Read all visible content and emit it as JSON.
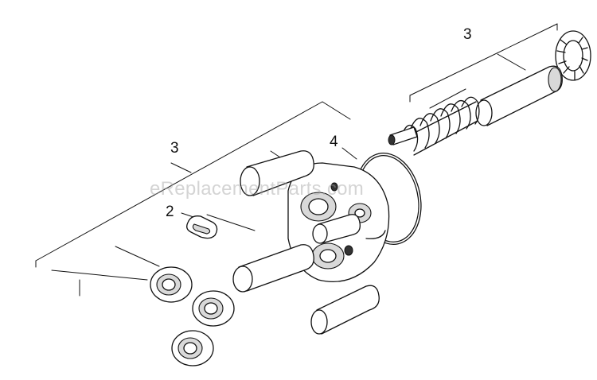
{
  "callouts": {
    "label_3_right": "3",
    "label_3_left": "3",
    "label_4": "4",
    "label_2": "2"
  },
  "watermark": "eReplacementParts.com",
  "colors": {
    "line": "#111111",
    "background": "#ffffff",
    "watermark": "#a0a0a0"
  }
}
